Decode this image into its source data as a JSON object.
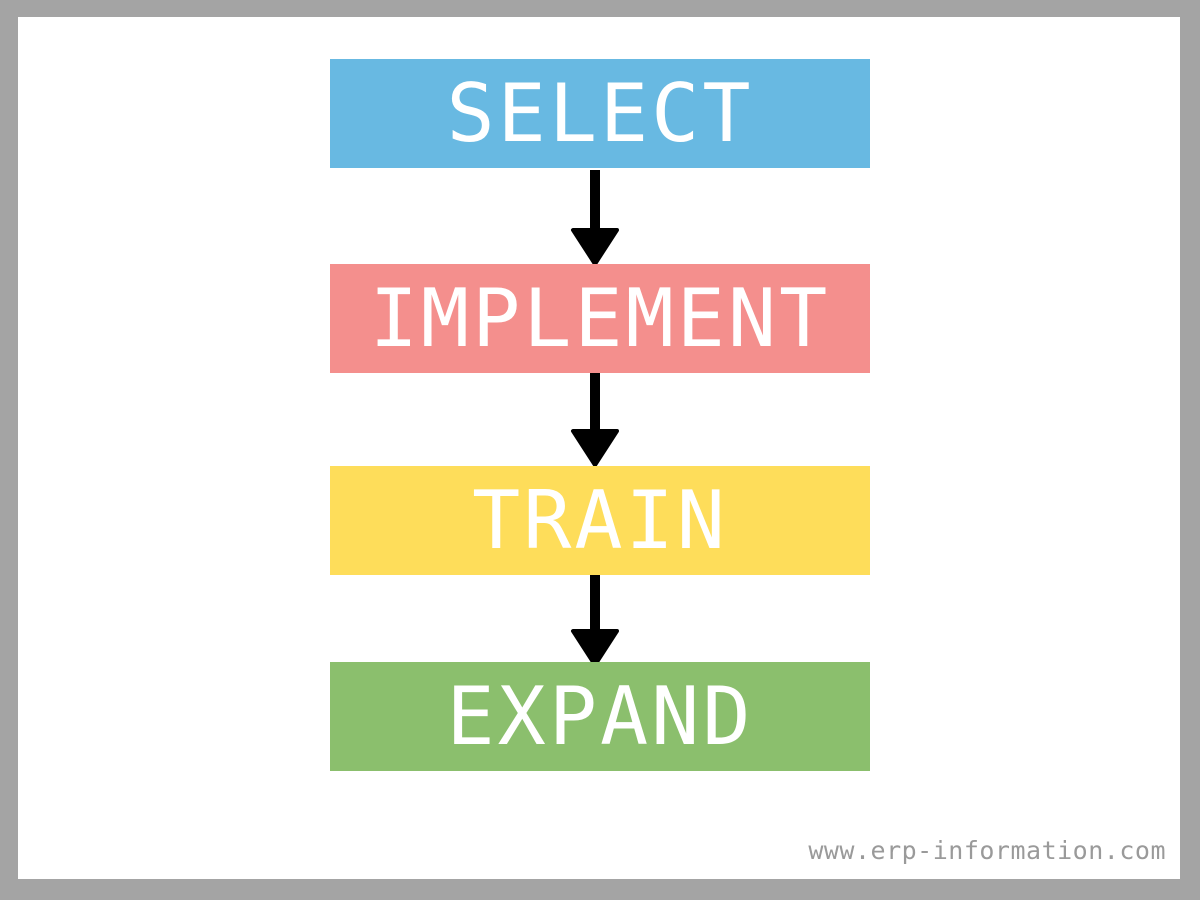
{
  "steps": [
    {
      "label": "SELECT",
      "color": "#68b9e2"
    },
    {
      "label": "IMPLEMENT",
      "color": "#f48f8d"
    },
    {
      "label": "TRAIN",
      "color": "#fedd5a"
    },
    {
      "label": "EXPAND",
      "color": "#8bbf6d"
    }
  ],
  "arrow_color": "#000000",
  "frame_color": "#a4a4a4",
  "watermark": "www.erp-information.com"
}
